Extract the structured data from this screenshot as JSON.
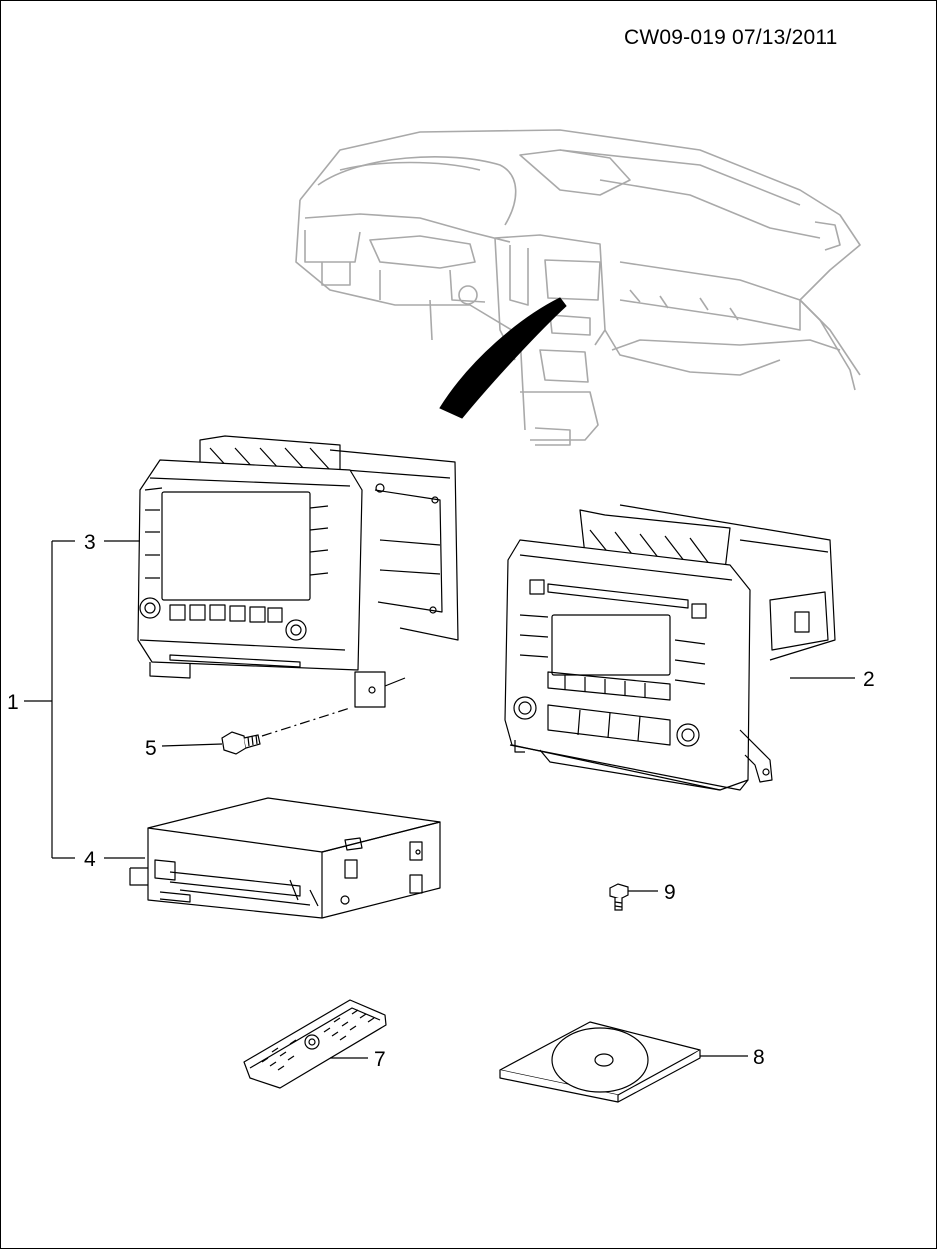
{
  "header": {
    "doc_id": "CW09-019 07/13/2011"
  },
  "callouts": {
    "c1": "1",
    "c2": "2",
    "c3": "3",
    "c4": "4",
    "c5": "5",
    "c7": "7",
    "c8": "8",
    "c9": "9"
  },
  "colors": {
    "line": "#000000",
    "ghost": "#a9a9a9",
    "arrow": "#000000"
  }
}
